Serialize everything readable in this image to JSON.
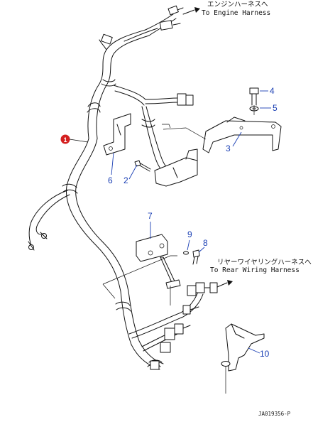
{
  "labels": {
    "engine_jp": "エンジンハーネスへ",
    "engine_en": "To Engine Harness",
    "rear_jp": "リヤーワイヤリングハーネスへ",
    "rear_en": "To Rear Wiring Harness",
    "doc_id": "JA019356-P"
  },
  "callouts": {
    "main": "1",
    "c2": "2",
    "c3": "3",
    "c4": "4",
    "c5": "5",
    "c6": "6",
    "c7": "7",
    "c8": "8",
    "c9": "9",
    "c10": "10"
  },
  "colors": {
    "callout_blue": "#1a3fb4",
    "marker_red": "#d42020",
    "line": "#111111"
  }
}
